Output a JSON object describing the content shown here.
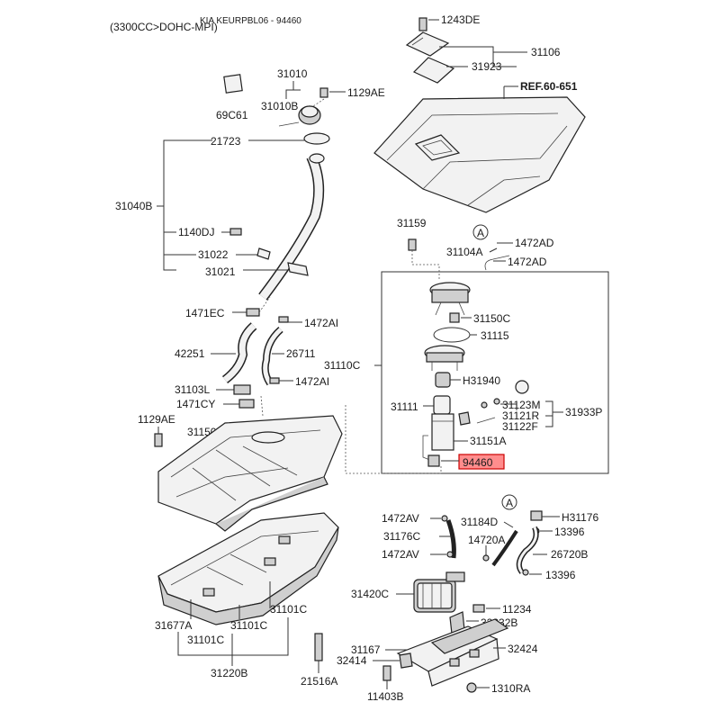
{
  "header": {
    "engine": "(3300CC>DOHC-MPI)",
    "catalog": "KIA KEURPBL06 - 94460"
  },
  "ref_label": "REF.60-651",
  "callout_letter": "A",
  "highlight_color": "#ff8d8d",
  "labels": {
    "p1243DE": "1243DE",
    "p31106": "31106",
    "p31923": "31923",
    "p31010": "31010",
    "p31010B": "31010B",
    "p1129AE_top": "1129AE",
    "p69C61": "69C61",
    "p21723": "21723",
    "p31040B": "31040B",
    "p1140DJ": "1140DJ",
    "p31022": "31022",
    "p31021": "31021",
    "p31159": "31159",
    "p31104A": "31104A",
    "p1472AD_a": "1472AD",
    "p1472AD_b": "1472AD",
    "p1471EC": "1471EC",
    "p1472AI_a": "1472AI",
    "p42251": "42251",
    "p26711": "26711",
    "p31103L": "31103L",
    "p1472AI_b": "1472AI",
    "p1471CY": "1471CY",
    "p31110C": "31110C",
    "p31150C": "31150C",
    "p31115": "31115",
    "pH31940": "H31940",
    "p31111": "31111",
    "p31123M": "31123M",
    "p31121R": "31121R",
    "p31122F": "31122F",
    "p31933P": "31933P",
    "p31151A": "31151A",
    "p94460": "94460",
    "p1129AE_left": "1129AE",
    "p31150": "31150",
    "p1472AV_a": "1472AV",
    "p31184D": "31184D",
    "pH31176": "H31176",
    "p31176C": "31176C",
    "p14720A": "14720A",
    "p13396_a": "13396",
    "p1472AV_b": "1472AV",
    "p26720B": "26720B",
    "p13396_b": "13396",
    "p31420C": "31420C",
    "p11234": "11234",
    "p32232B": "32232B",
    "p31167": "31167",
    "p32424": "32424",
    "p32414": "32414",
    "p11403B": "11403B",
    "p1310RA": "1310RA",
    "p31677A": "31677A",
    "p31101C_a": "31101C",
    "p31101C_b": "31101C",
    "p31101C_c": "31101C",
    "p31220B": "31220B",
    "p21516A": "21516A"
  }
}
